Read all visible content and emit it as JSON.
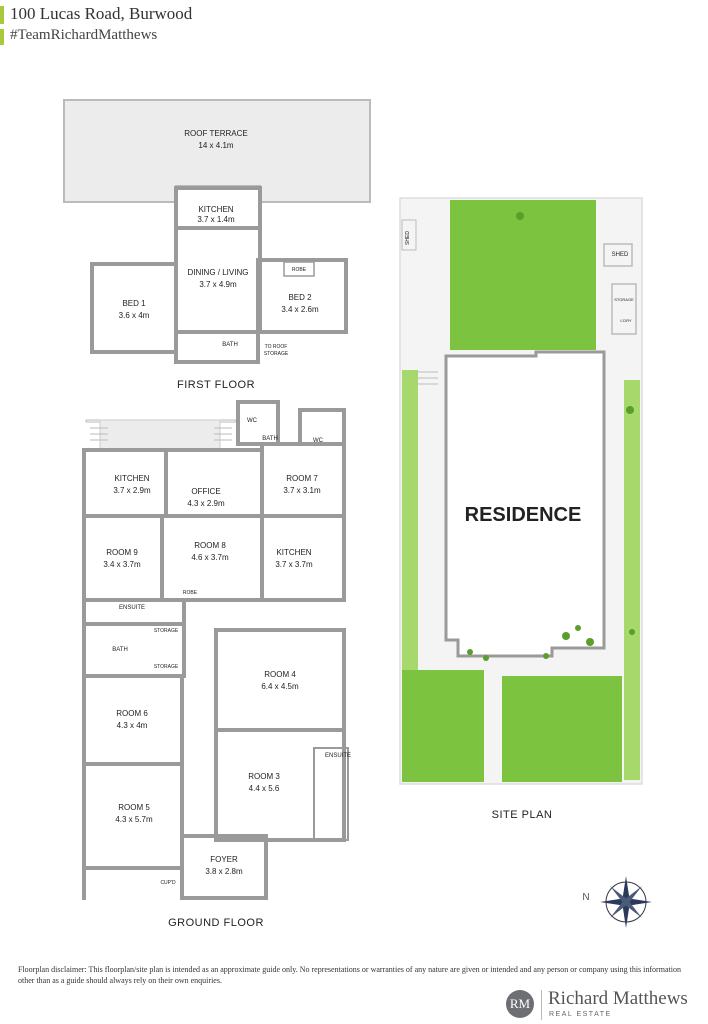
{
  "header": {
    "title": "100 Lucas Road, Burwood",
    "hashtag": "#TeamRichardMatthews"
  },
  "first_floor": {
    "heading": "FIRST FLOOR",
    "rooms": [
      {
        "name": "ROOF TERRACE",
        "dims": "14 x 4.1m"
      },
      {
        "name": "KITCHEN",
        "dims": "3.7 x 1.4m"
      },
      {
        "name": "DINING / LIVING",
        "dims": "3.7 x 4.9m"
      },
      {
        "name": "BED 1",
        "dims": "3.6 x 4m"
      },
      {
        "name": "BED 2",
        "dims": "3.4 x 2.6m"
      }
    ],
    "labels": {
      "robe": "ROBE",
      "bath": "BATH",
      "to_roof": "TO ROOF",
      "storage": "STORAGE"
    }
  },
  "ground_floor": {
    "heading": "GROUND FLOOR",
    "rooms": [
      {
        "name": "KITCHEN",
        "dims": "3.7 x 2.9m"
      },
      {
        "name": "OFFICE",
        "dims": "4.3 x 2.9m"
      },
      {
        "name": "ROOM 7",
        "dims": "3.7 x 3.1m"
      },
      {
        "name": "ROOM 9",
        "dims": "3.4 x 3.7m"
      },
      {
        "name": "ROOM 8",
        "dims": "4.6 x 3.7m"
      },
      {
        "name": "KITCHEN",
        "dims": "3.7 x 3.7m"
      },
      {
        "name": "ROOM 4",
        "dims": "6.4 x 4.5m"
      },
      {
        "name": "ROOM 6",
        "dims": "4.3 x 4m"
      },
      {
        "name": "ROOM 3",
        "dims": "4.4 x 5.6"
      },
      {
        "name": "ROOM 5",
        "dims": "4.3 x 5.7m"
      },
      {
        "name": "FOYER",
        "dims": "3.8 x 2.8m"
      }
    ],
    "labels": {
      "wc": "WC",
      "bath": "BATH",
      "ensuite": "ENSUITE",
      "storage": "STORAGE",
      "robe": "ROBE",
      "cupd": "CUP'D",
      "wc2": "WC"
    }
  },
  "site_plan": {
    "heading": "SITE PLAN",
    "residence": "RESIDENCE",
    "shed": "SHED",
    "storage": "STORAGE",
    "lundry": "L'DRY"
  },
  "compass": {
    "letter": "N"
  },
  "disclaimer": "Floorplan disclaimer: This floorplan/site plan is intended as an approximate guide only. No representations or warranties of any nature are given or intended and any person or company using this information other than as a guide should always rely on their own enquiries.",
  "brand": {
    "monogram": "RM",
    "name": "Richard Matthews",
    "sub": "REAL ESTATE"
  },
  "colors": {
    "accent": "#a8c93a",
    "lawn": "#7cc43f",
    "lawn_light": "#a6d86b",
    "wall": "#9a9a9a",
    "paving": "#ececec"
  }
}
